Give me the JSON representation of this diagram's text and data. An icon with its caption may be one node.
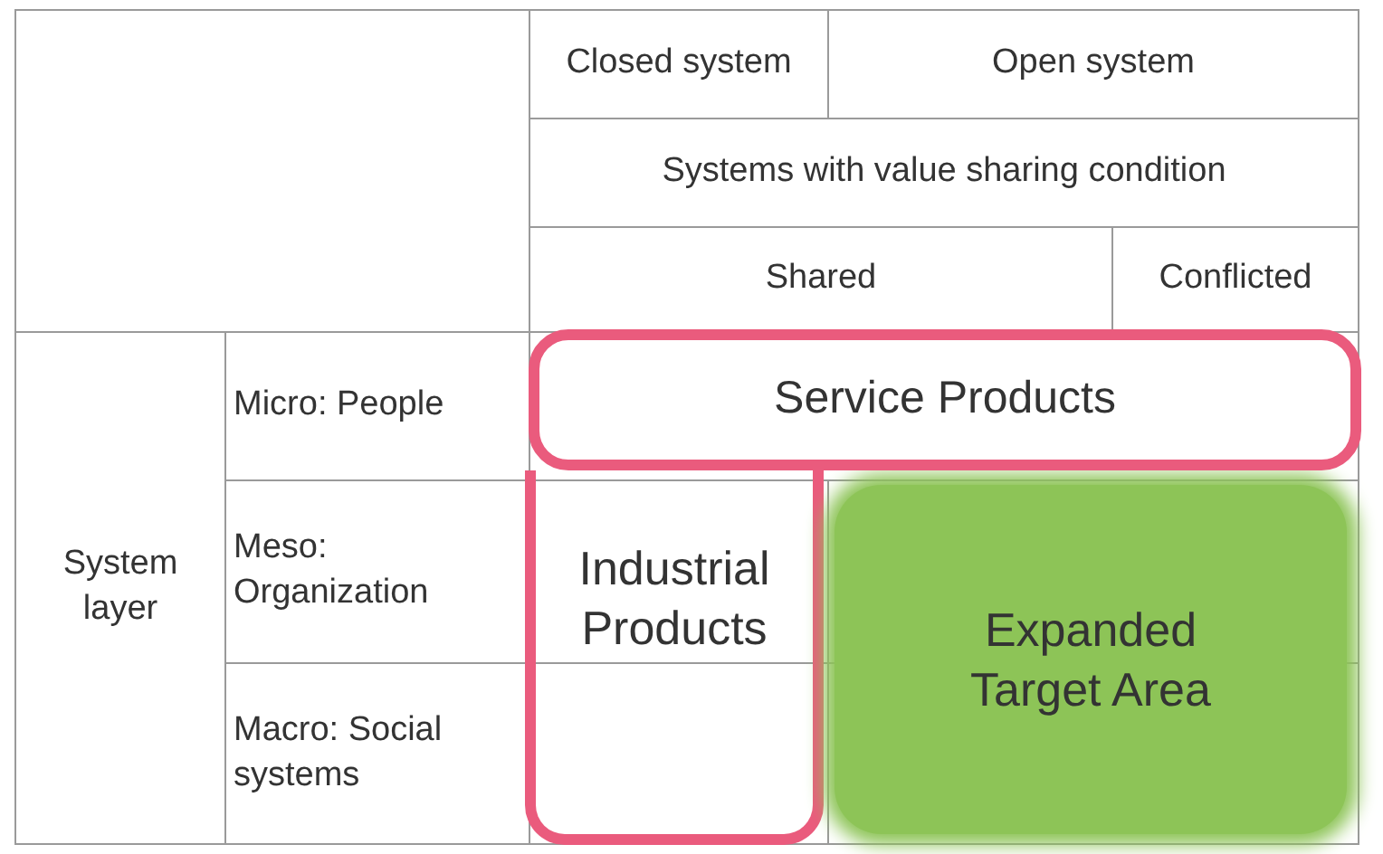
{
  "diagram": {
    "nodes": [
      {
        "text": [
          "Service Products"
        ]
      },
      {
        "text": [
          "Industrial Products"
        ]
      },
      {
        "text": [
          "Expanded Target Area"
        ]
      }
    ],
    "labels": [
      "Closed system",
      "Open system",
      "Systems with value sharing condition",
      "Shared",
      "Conflicted",
      "System layer",
      "Micro: People",
      "Meso: Organization",
      "Macro: Social systems"
    ]
  }
}
